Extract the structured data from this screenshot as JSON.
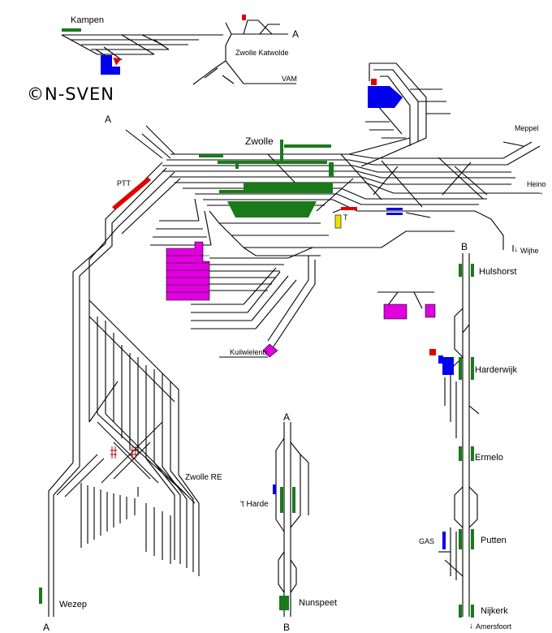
{
  "labels": {
    "kampen": "Kampen",
    "zwolle_katwolde": "Zwolle Katwolde",
    "vam": "VAM",
    "zwolle": "Zwolle",
    "meppel": "Meppel",
    "heino": "Heino",
    "wijhe": "Wijhe",
    "ptt": "PTT",
    "t_mark": "T",
    "kuilwielenb": "Kuilwielenb",
    "zwolle_re": "Zwolle RE",
    "wezep": "Wezep",
    "t_harde": "'t Harde",
    "nunspeet": "Nunspeet",
    "hulshorst": "Hulshorst",
    "harderwijk": "Harderwijk",
    "ermelo": "Ermelo",
    "putten": "Putten",
    "gas": "GAS",
    "nijkerk": "Nijkerk",
    "amersfoort": "Amersfoort"
  },
  "copyright": "©N-SVEN",
  "line_markers": {
    "a_kampen": "A",
    "a_zwolle": "A",
    "a_bottom": "A",
    "a_nunspeet_top": "A",
    "b_nunspeet_bottom": "B",
    "b_right_top": "B"
  },
  "arrows": {
    "east": "→",
    "down": "↓"
  },
  "colors": {
    "track": "#000000",
    "platform": "#1a7a1a",
    "signal": "#e00000",
    "building": "#0000ee",
    "yard": "#e000e0",
    "marker": "#f0e000"
  }
}
